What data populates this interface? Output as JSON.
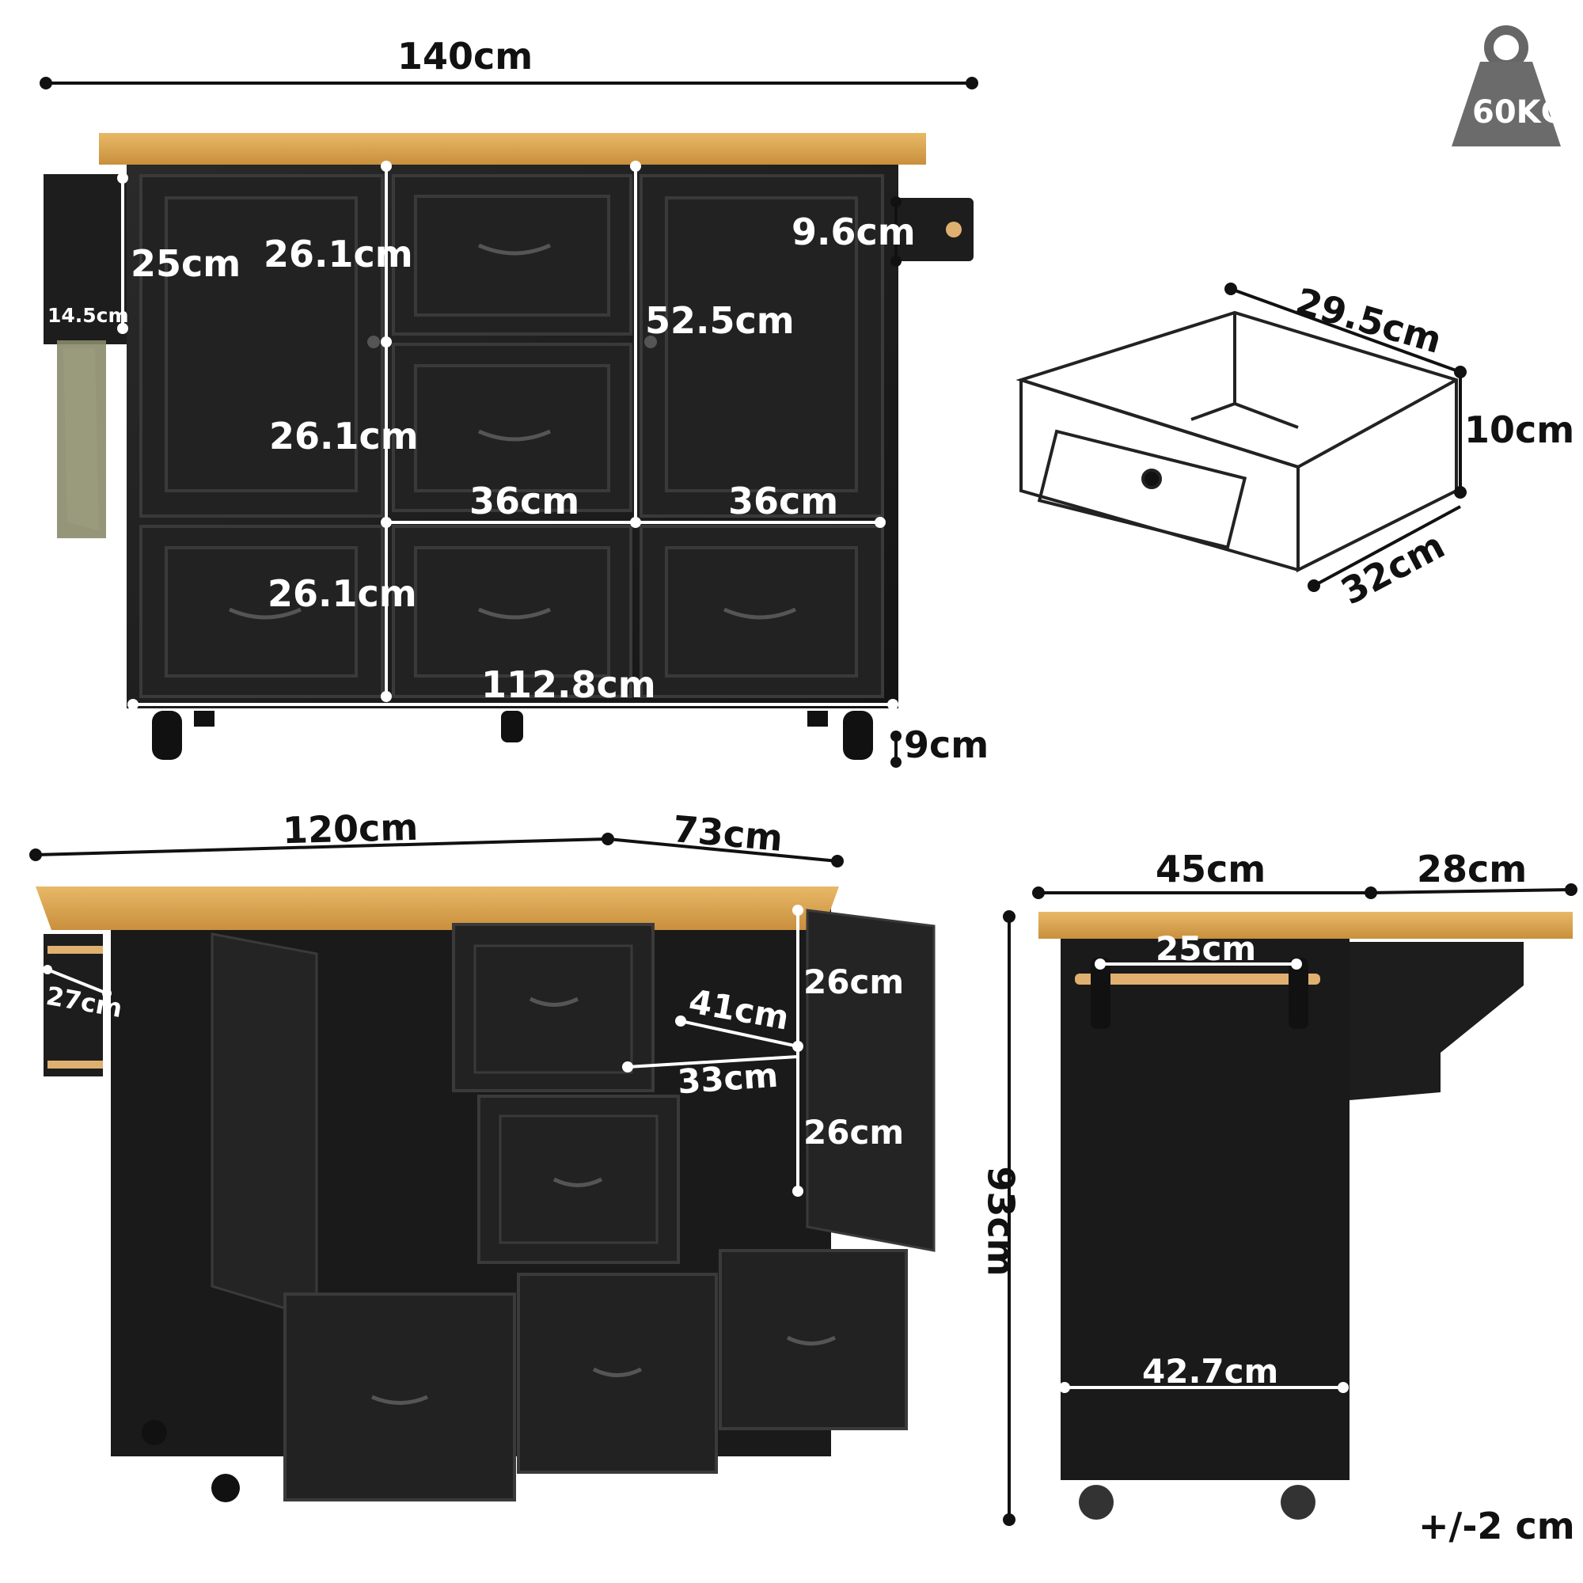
{
  "weight": {
    "label": "60KG"
  },
  "front_view": {
    "overall_width": "140cm",
    "towel_bar_height": "25cm",
    "towel_bar_depth": "14.5cm",
    "cabinet_upper": "26.1cm",
    "cabinet_lower": "26.1cm",
    "bottom_drawer_height": "26.1cm",
    "hook_height": "9.6cm",
    "door_height": "52.5cm",
    "drawer_width_left": "36cm",
    "drawer_width_right": "36cm",
    "inner_width": "112.8cm",
    "caster_height": "9cm"
  },
  "drawer_view": {
    "depth": "29.5cm",
    "height": "10cm",
    "width": "32cm"
  },
  "open_view": {
    "top_width": "120cm",
    "top_depth": "73cm",
    "towel_holder": "27cm",
    "shelf_depth": "41cm",
    "shelf_width": "33cm",
    "shelf_upper": "26cm",
    "shelf_lower": "26cm"
  },
  "side_view": {
    "base_depth": "45cm",
    "leaf_depth": "28cm",
    "rail_length": "25cm",
    "inner_depth": "42.7cm",
    "total_height": "93cm",
    "tolerance": "+/-2 cm"
  },
  "colors": {
    "wood": "#d9a45a",
    "cabinet": "#1c1c1c",
    "line": "#111111"
  }
}
